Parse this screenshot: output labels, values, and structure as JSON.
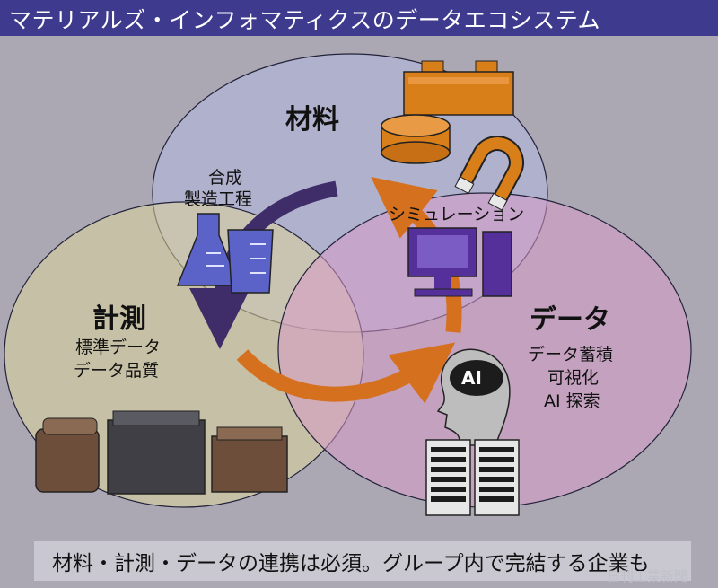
{
  "title": "マテリアルズ・インフォマティクスのデータエコシステム",
  "circles": {
    "material": {
      "label": "材料",
      "sub": [
        "合成",
        "製造工程"
      ]
    },
    "measurement": {
      "label": "計測",
      "sub": [
        "標準データ",
        "データ品質"
      ]
    },
    "data": {
      "label": "データ",
      "sub": [
        "データ蓄積",
        "可視化",
        "AI 探索"
      ]
    }
  },
  "simulation_label": "シミュレーション",
  "ai_badge": "AI",
  "caption": "材料・計測・データの連携は必須。グループ内で完結する企業も",
  "credit": "日刊工業新聞",
  "colors": {
    "title_bar": "#3e3a8e",
    "material_circle": "#b4b8e0",
    "measurement_circle": "#d9d29c",
    "data_circle": "#d79ac8",
    "arrow_purple": "#3f2d6a",
    "arrow_orange": "#d4701e",
    "icon_orange": "#d97f1a",
    "icon_purple": "#55309a",
    "icon_blue": "#5b63c9"
  },
  "icons": [
    "battery-icon",
    "cylinder-icon",
    "magnet-icon",
    "flask-icon",
    "beaker-icon",
    "computer-icon",
    "ai-head-icon",
    "server-rack-icon",
    "material-block-icon"
  ]
}
